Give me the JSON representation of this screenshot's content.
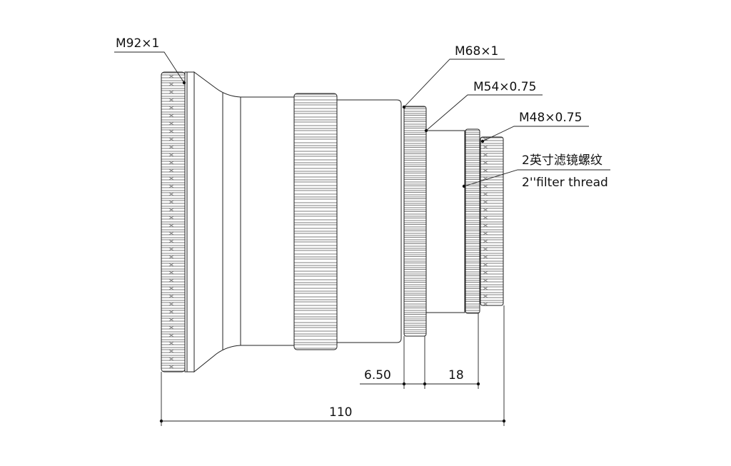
{
  "labels": {
    "m92": "M92×1",
    "m68": "M68×1",
    "m54": "M54×0.75",
    "m48": "M48×0.75",
    "filter_cn": "2英寸滤镜螺纹",
    "filter_en": "2''filter thread"
  },
  "dimensions": {
    "d1": "6.50",
    "d2": "18",
    "total": "110"
  },
  "colors": {
    "line": "#222222",
    "knurl": "#555555"
  }
}
